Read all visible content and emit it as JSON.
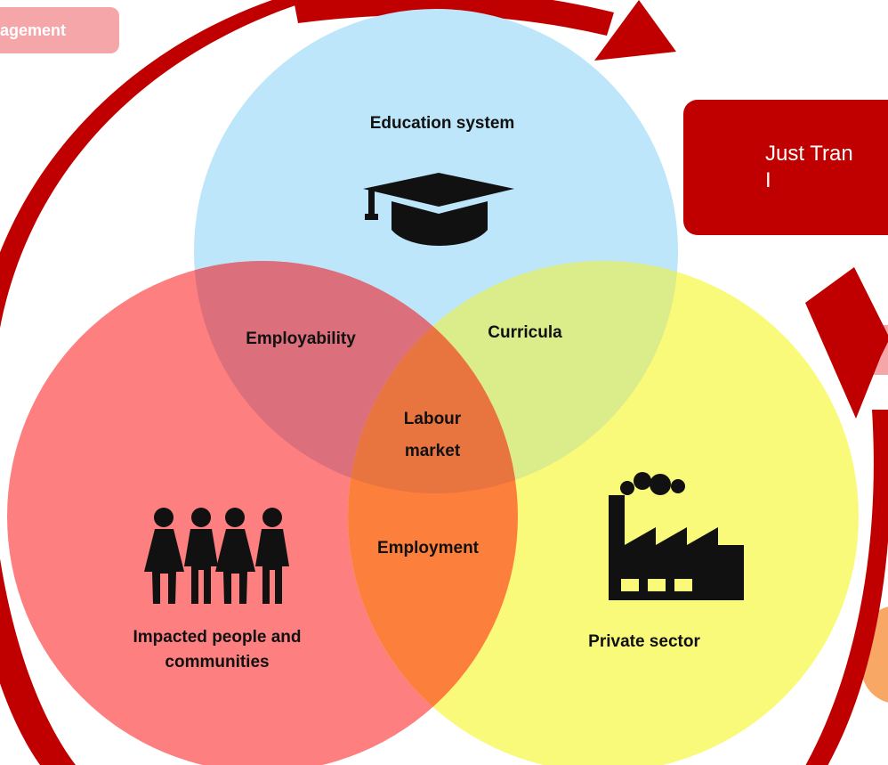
{
  "tags": {
    "left_tag": "agement",
    "just_transition_line1": "Just Tran",
    "just_transition_line2": "I"
  },
  "venn": {
    "circles": [
      {
        "id": "education",
        "label": "Education system",
        "color": "#bde6fa"
      },
      {
        "id": "people",
        "label_line1": "Impacted people and",
        "label_line2": "communities",
        "color": "#fd7f7f"
      },
      {
        "id": "private",
        "label": "Private sector",
        "color": "#fafa7a"
      }
    ],
    "overlaps": {
      "education_people": "Employability",
      "education_private": "Curricula",
      "people_private": "Employment",
      "center_line1": "Labour",
      "center_line2": "market"
    }
  },
  "icons": [
    "graduation-cap-icon",
    "people-group-icon",
    "factory-icon"
  ],
  "colors": {
    "arrow_red": "#c00000",
    "education": "#bde6fa",
    "people": "#fd7f7f",
    "private": "#fafa7a",
    "education_people": "#db6f7b",
    "education_private": "#dbec8b",
    "people_private": "#fd7f3c",
    "center": "#e8743f",
    "tag_pink": "#f4a6a9",
    "tag_orange": "#f8a765"
  }
}
